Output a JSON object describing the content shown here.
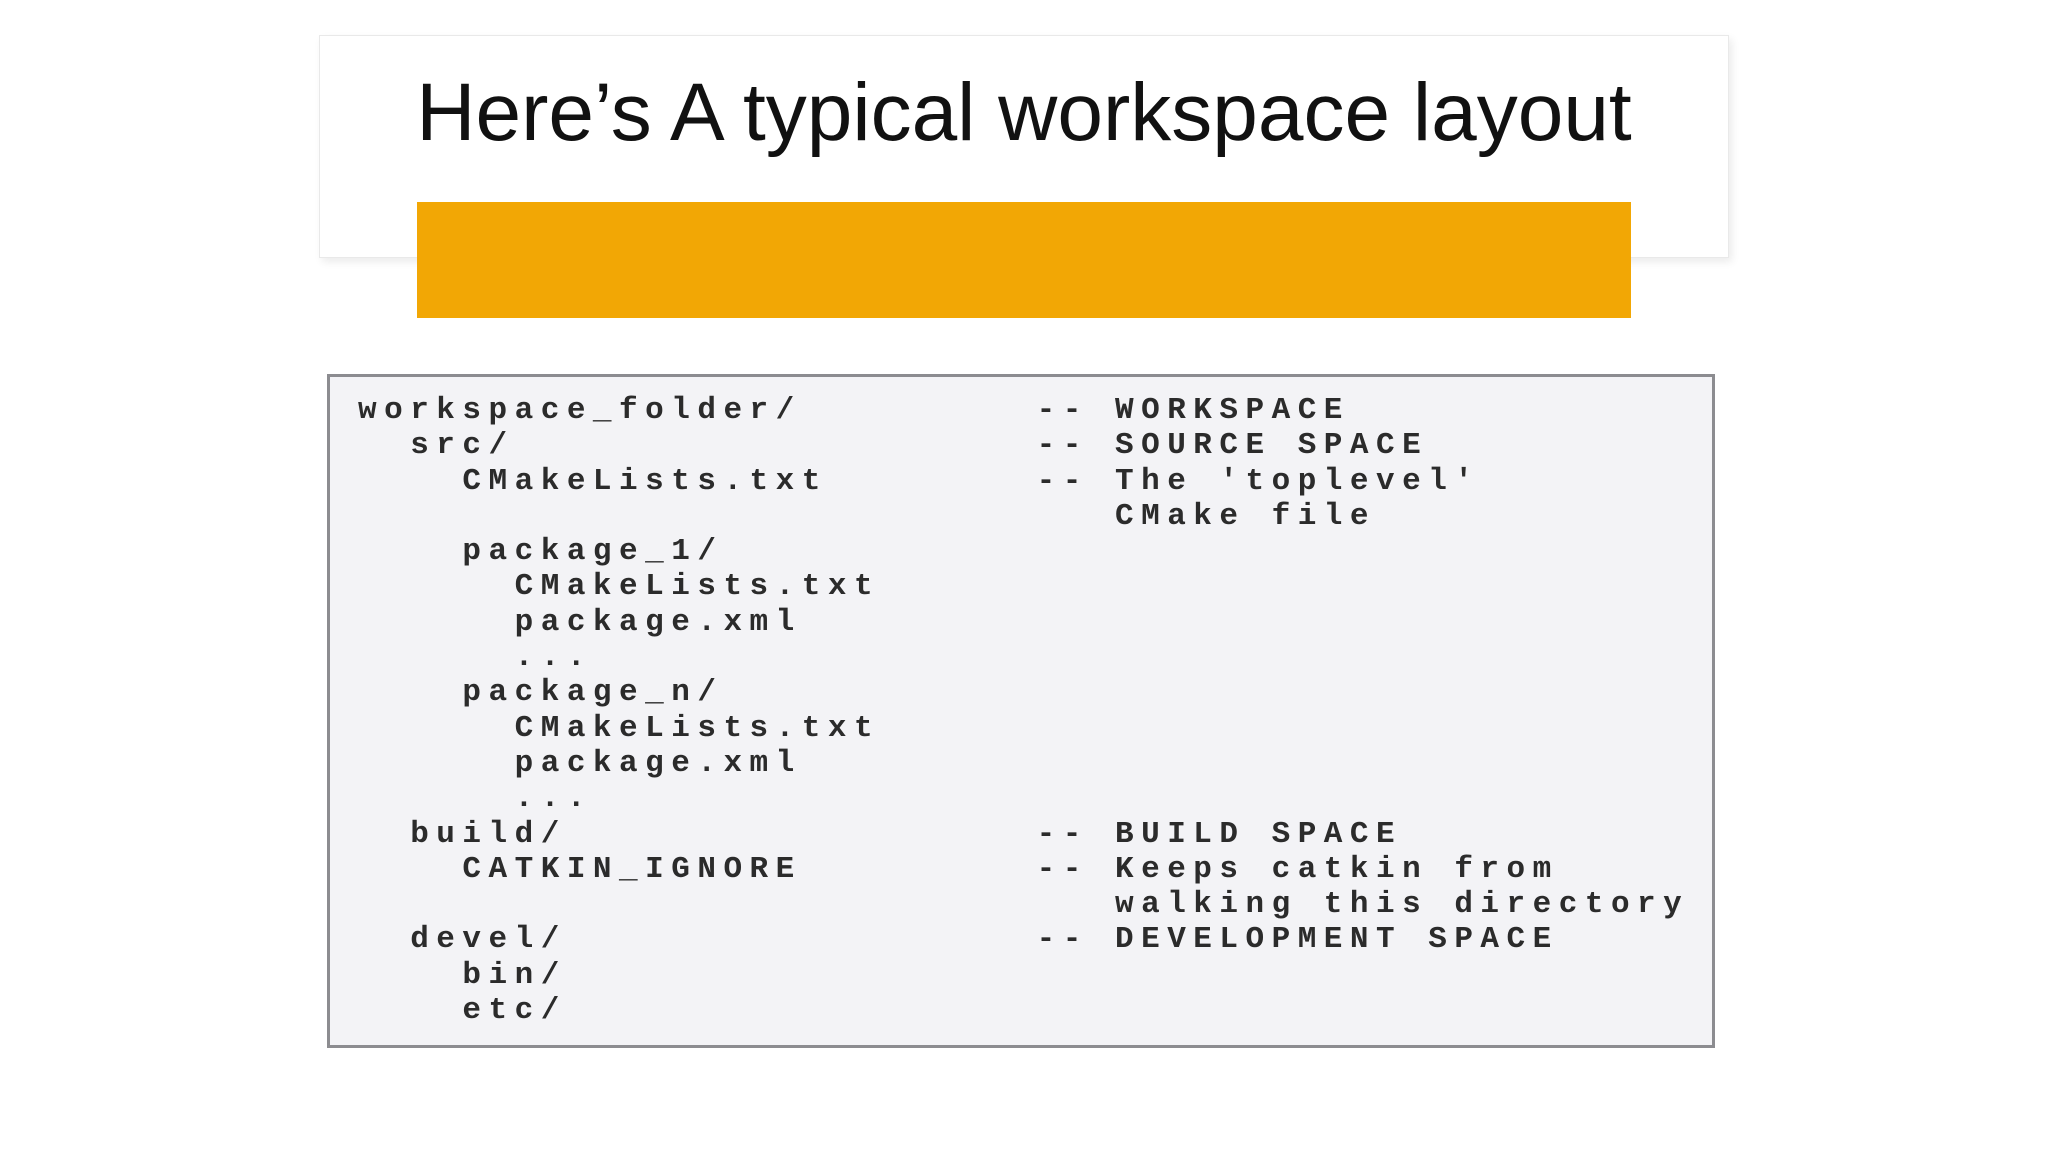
{
  "slide": {
    "title": "Here’s A typical workspace layout",
    "accent_color": "#f2a705",
    "code_block": {
      "background": "#f3f3f6",
      "border_color": "#8c8c90",
      "text_color": "#2b2b2b",
      "lines": [
        "workspace_folder/         -- WORKSPACE",
        "  src/                    -- SOURCE SPACE",
        "    CMakeLists.txt        -- The 'toplevel'",
        "                             CMake file",
        "    package_1/",
        "      CMakeLists.txt",
        "      package.xml",
        "      ...",
        "    package_n/",
        "      CMakeLists.txt",
        "      package.xml",
        "      ...",
        "  build/                  -- BUILD SPACE",
        "    CATKIN_IGNORE         -- Keeps catkin from",
        "                             walking this directory",
        "  devel/                  -- DEVELOPMENT SPACE",
        "    bin/",
        "    etc/"
      ]
    }
  }
}
